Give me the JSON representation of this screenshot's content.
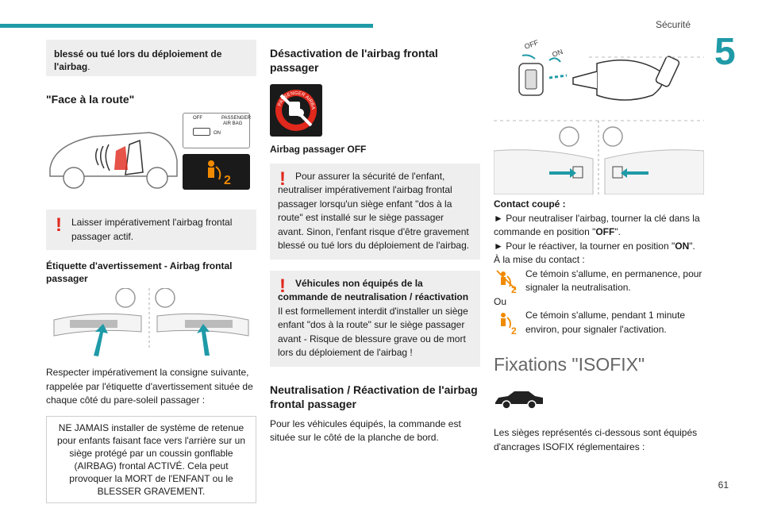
{
  "header": {
    "section": "Sécurité",
    "chapter": "5",
    "page_number": "61"
  },
  "col1": {
    "intro_bold": "blessé ou tué lors du déploiement de l'airbag",
    "intro_dot": ".",
    "heading_face": "\"Face à la route\"",
    "switch_off": "OFF",
    "switch_pass_line1": "PASSENGER",
    "switch_pass_line2": "AIR BAG",
    "switch_on": "ON",
    "warn_leave": "Laisser impérativement l'airbag frontal passager actif.",
    "label_heading": "Étiquette d'avertissement - Airbag frontal passager",
    "respect_text": "Respecter impérativement la consigne suivante, rappelée par l'étiquette d'avertissement située de chaque côté du pare-soleil passager :",
    "boxed_text": "NE JAMAIS installer de système de retenue pour enfants faisant face vers l'arrière sur un siège protégé par un coussin gonflable (AIRBAG) frontal ACTIVÉ. Cela peut provoquer la MORT de l'ENFANT ou le BLESSER GRAVEMENT."
  },
  "col2": {
    "heading_deact": "Désactivation de l'airbag frontal passager",
    "icon_ring_text": "PASSENGER AIRBAG",
    "caption_off": "Airbag passager OFF",
    "warn_safety": "Pour assurer la sécurité de l'enfant, neutraliser impérativement l'airbag frontal passager lorsqu'un siège enfant \"dos à la route\" est installé sur le siège passager avant. Sinon, l'enfant risque d'être gravement blessé ou tué lors du déploiement de l'airbag.",
    "warn_veh_title": "Véhicules non équipés de la commande de neutralisation / réactivation",
    "warn_veh_body": "Il est formellement interdit d'installer un siège enfant \"dos à la route\" sur le siège passager avant - Risque de blessure grave ou de mort lors du déploiement de l'airbag !",
    "heading_neutral": "Neutralisation / Réactivation de l'airbag frontal passager",
    "neutral_text": "Pour les véhicules équipés, la commande est située sur le côté de la planche de bord."
  },
  "col3": {
    "key_off": "OFF",
    "key_on": "ON",
    "contact_title": "Contact coupé :",
    "step1_a": "► Pour neutraliser l'airbag, tourner la clé dans la commande en position \"",
    "step1_b": "OFF",
    "step1_c": "\".",
    "step2_a": "► Pour le réactiver, la tourner en position \"",
    "step2_b": "ON",
    "step2_c": "\".",
    "mise_contact": "À la mise du contact :",
    "lamp1_text": "Ce témoin s'allume, en permanence, pour signaler la neutralisation.",
    "ou": "Ou",
    "lamp2_text": "Ce témoin s'allume, pendant 1 minute environ, pour signaler l'activation.",
    "isofix_title": "Fixations \"ISOFIX\"",
    "isofix_text": "Les sièges représentés ci-dessous sont équipés d'ancrages ISOFIX réglementaires :"
  },
  "colors": {
    "accent": "#1f9aa7",
    "warning_red": "#e0281c",
    "lamp_orange": "#f08a00",
    "box_grey": "#eeeeee"
  }
}
